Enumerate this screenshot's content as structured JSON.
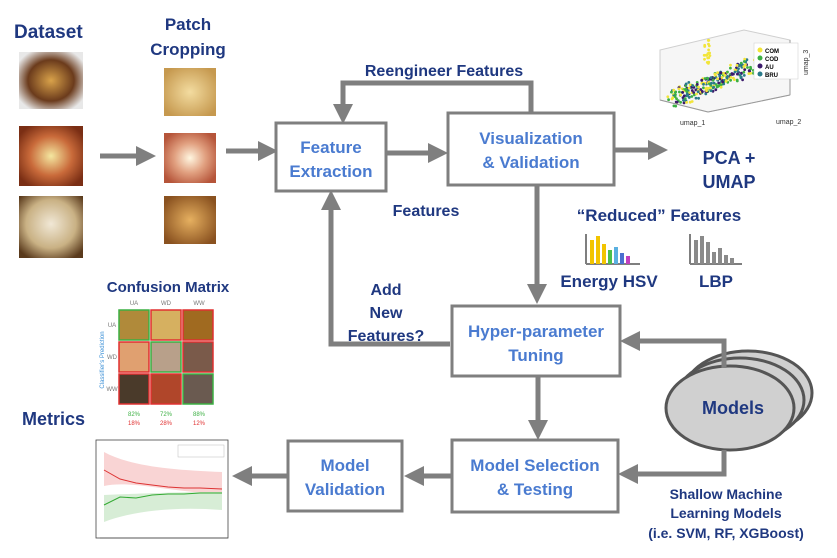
{
  "labels": {
    "dataset": "Dataset",
    "patch_line1": "Patch",
    "patch_line2": "Cropping",
    "reengineer": "Reengineer Features",
    "pca_line1": "PCA +",
    "pca_line2": "UMAP",
    "features": "Features",
    "reduced": "“Reduced” Features",
    "energy_hsv": "Energy HSV",
    "lbp": "LBP",
    "confusion_matrix": "Confusion Matrix",
    "add_line1": "Add",
    "add_line2": "New",
    "add_line3": "Features?",
    "metrics": "Metrics",
    "shallow_line1": "Shallow Machine",
    "shallow_line2": "Learning Models",
    "shallow_line3": "(i.e. SVM, RF, XGBoost)"
  },
  "boxes": {
    "feature_extraction_line1": "Feature",
    "feature_extraction_line2": "Extraction",
    "visualization_line1": "Visualization",
    "visualization_line2": "& Validation",
    "hyper_line1": "Hyper-parameter",
    "hyper_line2": "Tuning",
    "selection_line1": "Model Selection",
    "selection_line2": "& Testing",
    "validation_line1": "Model",
    "validation_line2": "Validation",
    "models": "Models"
  },
  "scatter_legend": [
    "COM",
    "COD",
    "AU",
    "BRU"
  ],
  "scatter_axes": {
    "x": "umap_1",
    "y": "umap_2",
    "z": "umap_3"
  },
  "confusion": {
    "columns": [
      "UA",
      "WD",
      "WW"
    ],
    "rows": [
      "UA",
      "WD",
      "WW"
    ],
    "side_label": "Classifier's Prediction",
    "top_scores": [
      "82%",
      "72%",
      "88%"
    ],
    "bottom_scores": [
      "18%",
      "28%",
      "12%"
    ]
  },
  "colors": {
    "box_border": "#7f7f7f",
    "box_text": "#4a7bd0",
    "title_text": "#1f3880",
    "arrow": "#7f7f7f",
    "models_fill": "#d0d0d0",
    "green": "#3cb043",
    "red": "#e03030"
  }
}
